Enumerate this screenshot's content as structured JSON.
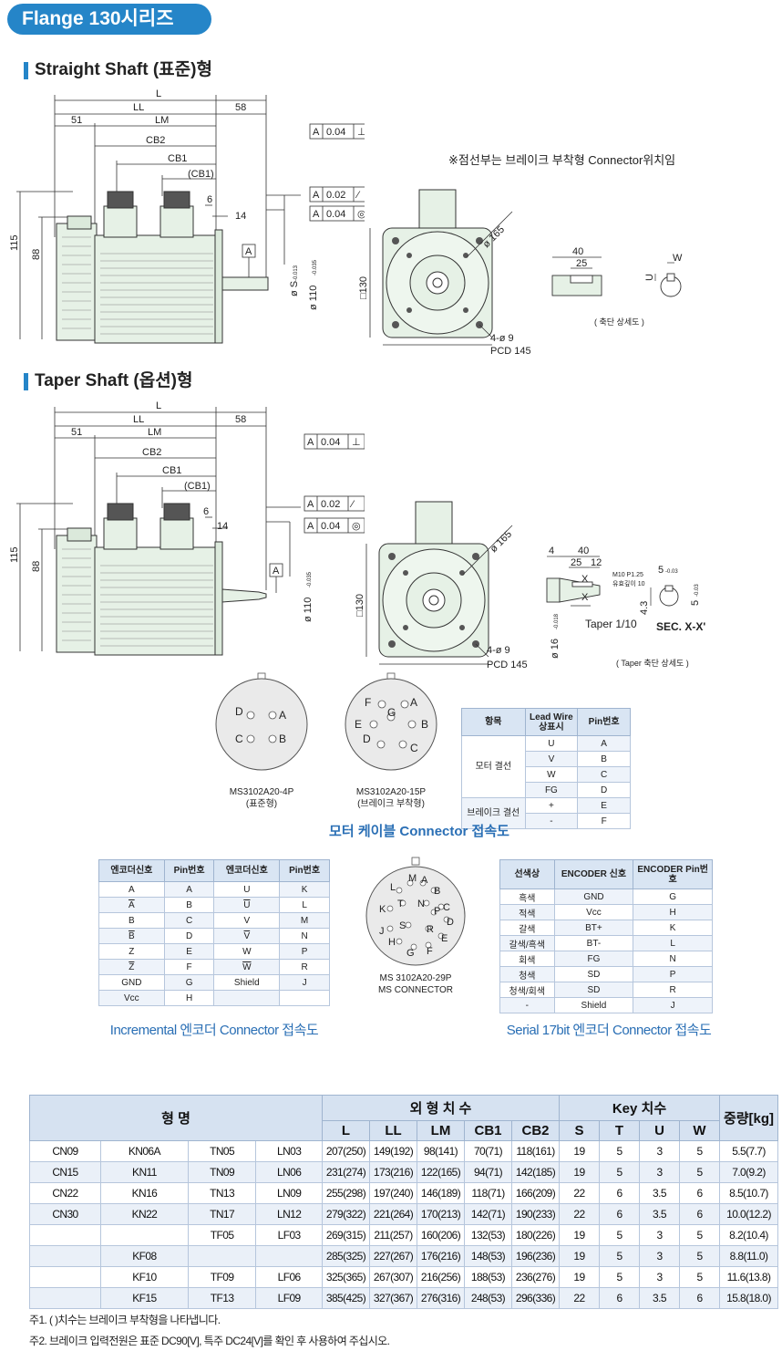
{
  "header": {
    "series_title": "Flange 130시리즈"
  },
  "straight": {
    "title": "Straight Shaft (표준)형",
    "note": "※점선부는 브레이크 부착형 Connector위치임",
    "detail_caption": "( 축단 상세도 )",
    "dims": {
      "L": "L",
      "LL": "LL",
      "d51": "51",
      "LM": "LM",
      "d58": "58",
      "CB2": "CB2",
      "CB1": "CB1",
      "CB1p": "(CB1)",
      "d6": "6",
      "d14": "14",
      "d115": "115",
      "d88": "88",
      "A": "A",
      "S": "ø S",
      "S_tol": "-0.013",
      "flange": "ø 110",
      "flange_tol": "-0.035",
      "tol1_val": "0.04",
      "tol2_val": "0.02",
      "tol3_val": "0.04",
      "pcd_dia": "ø 165",
      "sq130": "□130",
      "holes": "4-ø 9",
      "pcd": "PCD 145",
      "d40": "40",
      "d25": "25",
      "U": "U",
      "W": "W"
    }
  },
  "taper": {
    "title": "Taper Shaft (옵션)형",
    "detail_caption": "( Taper 축단 상세도 )",
    "dims": {
      "L": "L",
      "LL": "LL",
      "d51": "51",
      "LM": "LM",
      "d58": "58",
      "CB2": "CB2",
      "CB1": "CB1",
      "CB1p": "(CB1)",
      "d6": "6",
      "d14": "14",
      "d115": "115",
      "d88": "88",
      "A": "A",
      "flange": "ø 110",
      "flange_tol": "-0.035",
      "tol1_val": "0.04",
      "tol2_val": "0.02",
      "tol3_val": "0.04",
      "pcd_dia": "ø 165",
      "sq130": "□130",
      "holes": "4-ø 9",
      "pcd": "PCD 145",
      "d4": "4",
      "d40": "40",
      "d25": "25",
      "d12": "12",
      "X": "X",
      "thread": "M10 P1.25",
      "thread_depth": "유효깊이 10",
      "taper": "Taper 1/10",
      "sec": "SEC. X-X'",
      "d16": "ø 16",
      "d16_tol": "-0.018",
      "d43": "4.3",
      "d5a": "5",
      "d5a_tol": "-0.03",
      "d5b": "5",
      "d5b_tol": "-0.03"
    }
  },
  "motor_connectors": {
    "title": "모터 케이블 Connector 접속도",
    "conn4": {
      "model": "MS3102A20-4P",
      "sub": "(표준형)",
      "pins": [
        "D",
        "A",
        "C",
        "B"
      ]
    },
    "conn15": {
      "model": "MS3102A20-15P",
      "sub": "(브레이크 부착형)",
      "pins": [
        "F",
        "A",
        "G",
        "E",
        "B",
        "D",
        "C"
      ]
    },
    "table": {
      "headers": [
        "항목",
        "Lead Wire 상표시",
        "Pin번호"
      ],
      "group1": "모터 결선",
      "group2": "브레이크 결선",
      "rows": [
        [
          "U",
          "A"
        ],
        [
          "V",
          "B"
        ],
        [
          "W",
          "C"
        ],
        [
          "FG",
          "D"
        ],
        [
          "+",
          "E"
        ],
        [
          "-",
          "F"
        ]
      ]
    }
  },
  "incremental": {
    "title": "Incremental 엔코더 Connector 접속도",
    "headers": [
      "엔코더신호",
      "Pin번호",
      "엔코더신호",
      "Pin번호"
    ],
    "rows": [
      [
        "A",
        "A",
        "U",
        "K"
      ],
      [
        "A",
        "B",
        "U",
        "L"
      ],
      [
        "B",
        "C",
        "V",
        "M"
      ],
      [
        "B",
        "D",
        "V",
        "N"
      ],
      [
        "Z",
        "E",
        "W",
        "P"
      ],
      [
        "Z",
        "F",
        "W",
        "R"
      ],
      [
        "GND",
        "G",
        "Shield",
        "J"
      ],
      [
        "Vcc",
        "H",
        "",
        ""
      ]
    ]
  },
  "ms_connector": {
    "model": "MS 3102A20-29P",
    "sub": "MS CONNECTOR",
    "pins": [
      "M",
      "A",
      "L",
      "B",
      "T",
      "N",
      "C",
      "K",
      "P",
      "D",
      "J",
      "S",
      "R",
      "E",
      "H",
      "G",
      "F"
    ]
  },
  "serial": {
    "title": "Serial 17bit 엔코더 Connector 접속도",
    "headers": [
      "선색상",
      "ENCODER 신호",
      "ENCODER Pin번호"
    ],
    "rows": [
      [
        "흑색",
        "GND",
        "G"
      ],
      [
        "적색",
        "Vcc",
        "H"
      ],
      [
        "갈색",
        "BT+",
        "K"
      ],
      [
        "갈색/흑색",
        "BT-",
        "L"
      ],
      [
        "회색",
        "FG",
        "N"
      ],
      [
        "청색",
        "SD",
        "P"
      ],
      [
        "청색/회색",
        "SD",
        "R"
      ],
      [
        "-",
        "Shield",
        "J"
      ]
    ]
  },
  "spec_table": {
    "h_name": "형 명",
    "h_outer": "외 형 치 수",
    "h_key": "Key 치수",
    "h_weight": "중량[kg]",
    "cols": [
      "L",
      "LL",
      "LM",
      "CB1",
      "CB2",
      "S",
      "T",
      "U",
      "W"
    ],
    "rows": [
      [
        "CN09",
        "KN06A",
        "TN05",
        "LN03",
        "207(250)",
        "149(192)",
        "98(141)",
        "70(71)",
        "118(161)",
        "19",
        "5",
        "3",
        "5",
        "5.5(7.7)"
      ],
      [
        "CN15",
        "KN11",
        "TN09",
        "LN06",
        "231(274)",
        "173(216)",
        "122(165)",
        "94(71)",
        "142(185)",
        "19",
        "5",
        "3",
        "5",
        "7.0(9.2)"
      ],
      [
        "CN22",
        "KN16",
        "TN13",
        "LN09",
        "255(298)",
        "197(240)",
        "146(189)",
        "118(71)",
        "166(209)",
        "22",
        "6",
        "3.5",
        "6",
        "8.5(10.7)"
      ],
      [
        "CN30",
        "KN22",
        "TN17",
        "LN12",
        "279(322)",
        "221(264)",
        "170(213)",
        "142(71)",
        "190(233)",
        "22",
        "6",
        "3.5",
        "6",
        "10.0(12.2)"
      ],
      [
        "",
        "",
        "TF05",
        "LF03",
        "269(315)",
        "211(257)",
        "160(206)",
        "132(53)",
        "180(226)",
        "19",
        "5",
        "3",
        "5",
        "8.2(10.4)"
      ],
      [
        "",
        "KF08",
        "",
        "",
        "285(325)",
        "227(267)",
        "176(216)",
        "148(53)",
        "196(236)",
        "19",
        "5",
        "3",
        "5",
        "8.8(11.0)"
      ],
      [
        "",
        "KF10",
        "TF09",
        "LF06",
        "325(365)",
        "267(307)",
        "216(256)",
        "188(53)",
        "236(276)",
        "19",
        "5",
        "3",
        "5",
        "11.6(13.8)"
      ],
      [
        "",
        "KF15",
        "TF13",
        "LF09",
        "385(425)",
        "327(367)",
        "276(316)",
        "248(53)",
        "296(336)",
        "22",
        "6",
        "3.5",
        "6",
        "15.8(18.0)"
      ]
    ]
  },
  "footnotes": [
    "주1. ( )치수는 브레이크 부착형을 나타냅니다.",
    "주2. 브레이크 입력전원은 표준 DC90[V], 특주 DC24[V]를 확인 후 사용하여 주십시오."
  ]
}
